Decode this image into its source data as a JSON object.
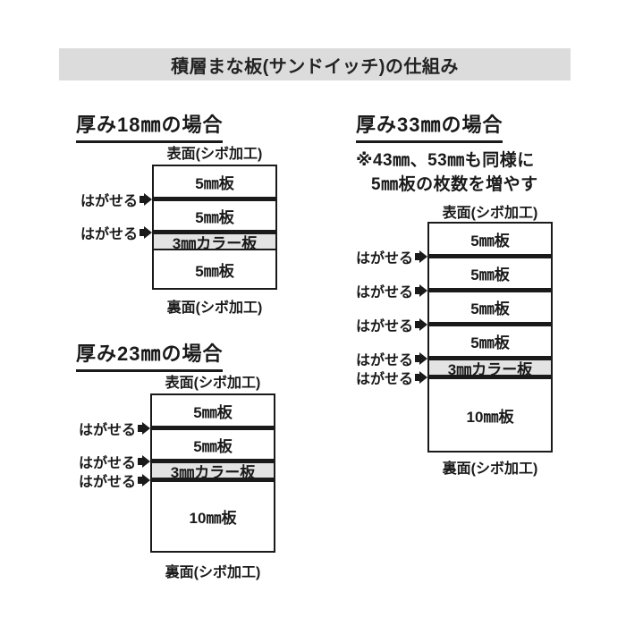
{
  "title": "積層まな板(サンドイッチ)の仕組み",
  "colors": {
    "header_bg": "#dcdcdc",
    "color_board_bg": "#e3e3e3",
    "line": "#1a1a1a",
    "background": "#ffffff"
  },
  "diagrams": {
    "d18": {
      "heading": "厚み18㎜の場合",
      "surface_label": "表面(シボ加工)",
      "back_label": "裏面(シボ加工)",
      "peel_label": "はがせる",
      "layers": [
        "5㎜板",
        "5㎜板",
        "3㎜カラー板",
        "5㎜板"
      ]
    },
    "d23": {
      "heading": "厚み23㎜の場合",
      "surface_label": "表面(シボ加工)",
      "back_label": "裏面(シボ加工)",
      "peel_label": "はがせる",
      "layers": [
        "5㎜板",
        "5㎜板",
        "3㎜カラー板",
        "10㎜板"
      ]
    },
    "d33": {
      "heading": "厚み33㎜の場合",
      "note_line1": "※43㎜、53㎜も同様に",
      "note_line2": "5㎜板の枚数を増やす",
      "surface_label": "表面(シボ加工)",
      "back_label": "裏面(シボ加工)",
      "peel_label": "はがせる",
      "layers": [
        "5㎜板",
        "5㎜板",
        "5㎜板",
        "5㎜板",
        "3㎜カラー板",
        "10㎜板"
      ]
    }
  }
}
